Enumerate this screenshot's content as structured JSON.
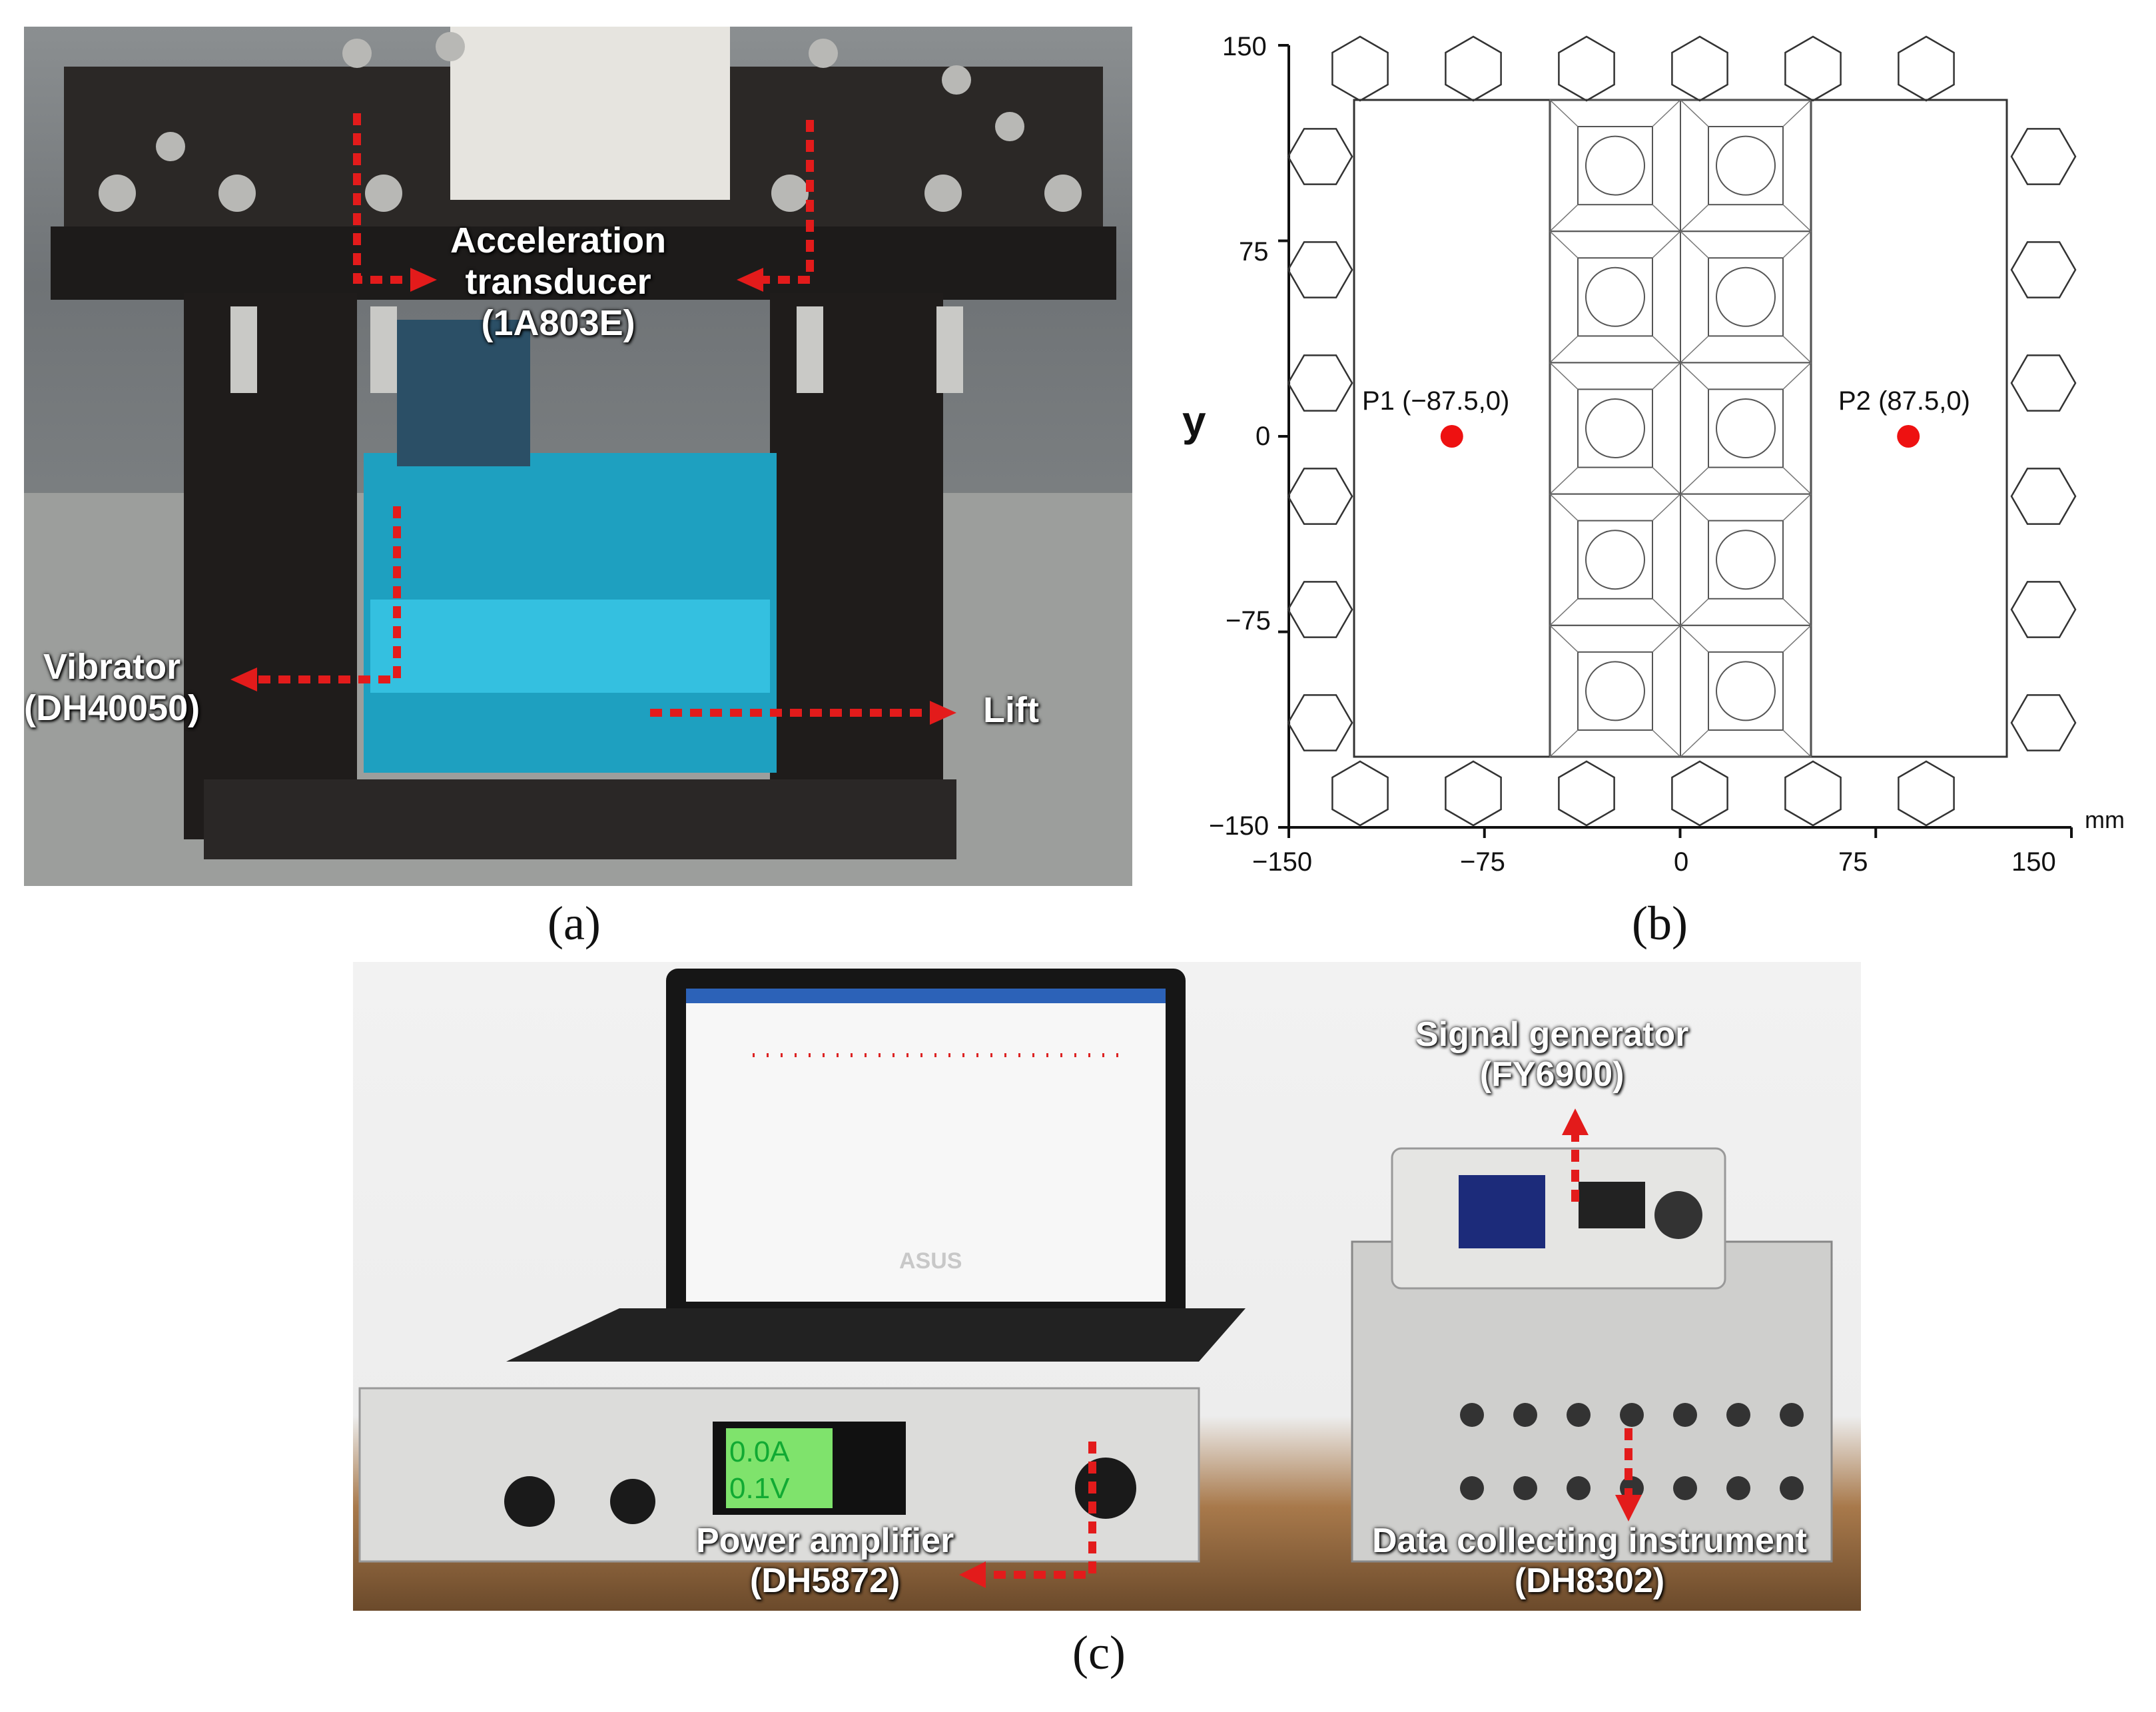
{
  "panels": {
    "a": {
      "label": "(a)",
      "annotations": {
        "accel": "Acceleration\ntransducer\n(1A803E)",
        "vibrator": "Vibrator\n(DH40050)",
        "lift": "Lift"
      }
    },
    "b": {
      "label": "(b)",
      "ylabel": "y",
      "unit": "mm",
      "points": [
        {
          "name": "P1",
          "coords": "(−87.5,0)",
          "x": -87.5,
          "y": 0
        },
        {
          "name": "P2",
          "coords": "(87.5,0)",
          "x": 87.5,
          "y": 0
        }
      ]
    },
    "c": {
      "label": "(c)",
      "annotations": {
        "signal": "Signal generator\n(FY6900)",
        "power": "Power amplifier\n(DH5872)",
        "daq": "Data collecting instrument\n(DH8302)"
      },
      "laptop_brand": "ASUS",
      "amp_display": [
        "0.0A",
        "0.1V"
      ]
    }
  },
  "chart_data": {
    "type": "scatter",
    "xlabel": "",
    "ylabel": "y",
    "unit": "mm",
    "xlim": [
      -150,
      150
    ],
    "ylim": [
      -150,
      150
    ],
    "xticks": [
      "−150",
      "−75",
      "0",
      "75",
      "150"
    ],
    "yticks": [
      "150",
      "75",
      "0",
      "−75",
      "−150"
    ],
    "points": [
      {
        "label": "P1 (−87.5,0)",
        "x": -87.5,
        "y": 0
      },
      {
        "label": "P2 (87.5,0)",
        "x": 87.5,
        "y": 0
      }
    ],
    "colors": {
      "points": "#ee1111",
      "lines": "#333333"
    }
  }
}
